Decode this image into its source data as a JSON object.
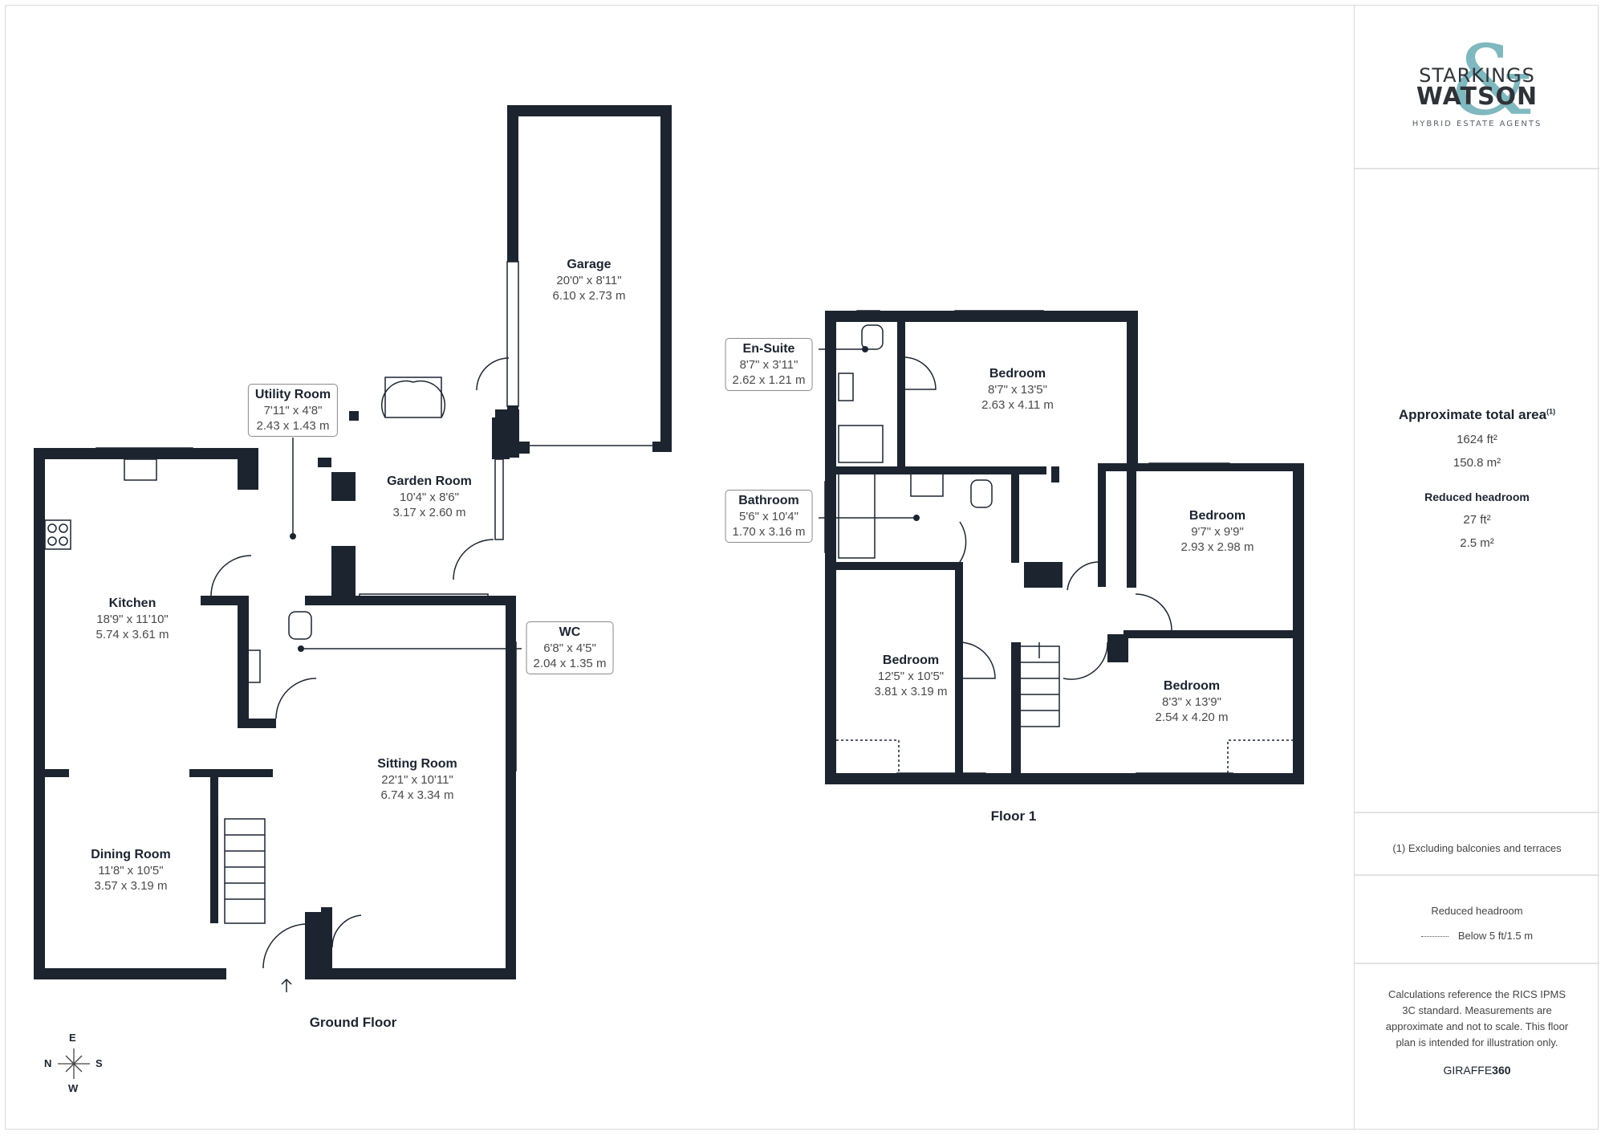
{
  "brand": {
    "line1": "STARKINGS",
    "line2": "WATSON",
    "ampersand": "&",
    "tagline": "HYBRID ESTATE AGENTS",
    "logo_accent_color": "#7fb8bf",
    "wall_color": "#1c2430"
  },
  "summary": {
    "title": "Approximate total area",
    "title_footnote": "(1)",
    "total_ft2": "1624 ft²",
    "total_m2": "150.8 m²",
    "reduced_title": "Reduced headroom",
    "reduced_ft2": "27 ft²",
    "reduced_m2": "2.5 m²"
  },
  "footnote": "(1) Excluding balconies and terraces",
  "legend": {
    "title": "Reduced headroom",
    "item": "Below 5 ft/1.5 m",
    "icon": "dotted-line-icon"
  },
  "disclaimer": "Calculations reference the RICS IPMS 3C standard. Measurements are approximate and not to scale. This floor plan is intended for illustration only.",
  "credit": {
    "prefix": "GIRAFFE",
    "suffix": "360"
  },
  "compass": {
    "top": "E",
    "left": "N",
    "right": "S",
    "bottom": "W"
  },
  "ground_floor": {
    "title": "Ground Floor",
    "rooms": [
      {
        "name": "Garage",
        "imperial": "20'0\" x 8'11\"",
        "metric": "6.10 x 2.73 m"
      },
      {
        "name": "Utility Room",
        "imperial": "7'11\" x 4'8\"",
        "metric": "2.43 x 1.43 m"
      },
      {
        "name": "Garden Room",
        "imperial": "10'4\" x 8'6\"",
        "metric": "3.17 x 2.60 m"
      },
      {
        "name": "Kitchen",
        "imperial": "18'9\" x 11'10\"",
        "metric": "5.74 x 3.61 m"
      },
      {
        "name": "WC",
        "imperial": "6'8\" x 4'5\"",
        "metric": "2.04 x 1.35 m"
      },
      {
        "name": "Sitting Room",
        "imperial": "22'1\" x 10'11\"",
        "metric": "6.74 x 3.34 m"
      },
      {
        "name": "Dining Room",
        "imperial": "11'8\" x 10'5\"",
        "metric": "3.57 x 3.19 m"
      }
    ]
  },
  "floor_1": {
    "title": "Floor 1",
    "rooms": [
      {
        "name": "En-Suite",
        "imperial": "8'7\" x 3'11\"",
        "metric": "2.62 x 1.21 m"
      },
      {
        "name": "Bedroom",
        "imperial": "8'7\" x 13'5\"",
        "metric": "2.63 x 4.11 m"
      },
      {
        "name": "Bathroom",
        "imperial": "5'6\" x 10'4\"",
        "metric": "1.70 x 3.16 m"
      },
      {
        "name": "Bedroom",
        "imperial": "9'7\" x 9'9\"",
        "metric": "2.93 x 2.98 m"
      },
      {
        "name": "Bedroom",
        "imperial": "12'5\" x 10'5\"",
        "metric": "3.81 x 3.19 m"
      },
      {
        "name": "Bedroom",
        "imperial": "8'3\" x 13'9\"",
        "metric": "2.54 x 4.20 m"
      }
    ]
  }
}
